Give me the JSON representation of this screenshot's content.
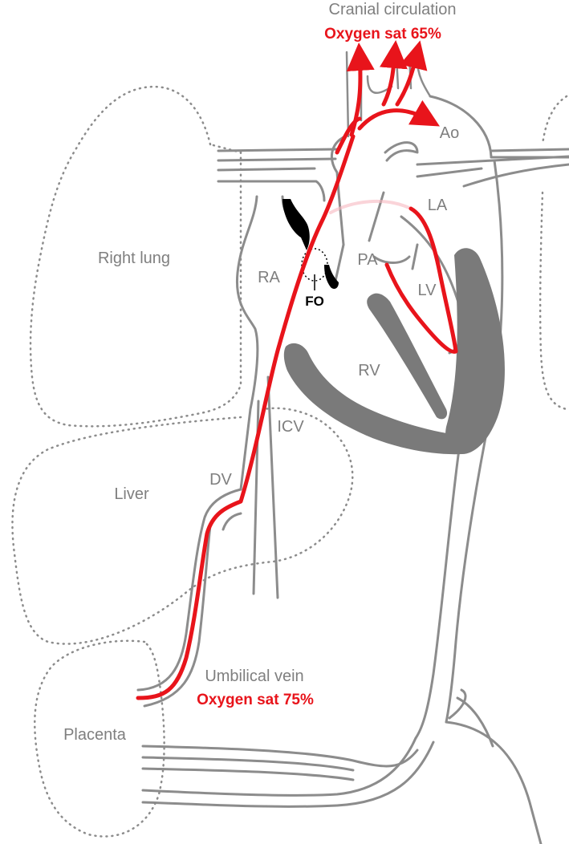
{
  "colors": {
    "oxygenated_flow": "#e8141b",
    "faint_flow": "#f6b8c0",
    "vessel_outline": "#8c8c8c",
    "label_gray": "#7f7f7f",
    "ventricle_wall": "#7a7a7a",
    "foramen_valve": "#000000"
  },
  "labels": {
    "cranial_circulation": "Cranial circulation",
    "cranial_oxygen": "Oxygen sat 65%",
    "aorta": "Ao",
    "left_atrium": "LA",
    "pulmonary_artery": "PA",
    "left_ventricle": "LV",
    "right_atrium": "RA",
    "foramen_ovale": "FO",
    "right_ventricle": "RV",
    "right_lung": "Right lung",
    "inferior_caval_vein": "ICV",
    "liver": "Liver",
    "ductus_venosus": "DV",
    "umbilical_vein": "Umbilical vein",
    "umbilical_oxygen": "Oxygen sat 75%",
    "placenta": "Placenta"
  },
  "icons": {
    "flow_arrow": "arrowhead-icon",
    "valve": "foramen-ovale-flap-icon"
  }
}
